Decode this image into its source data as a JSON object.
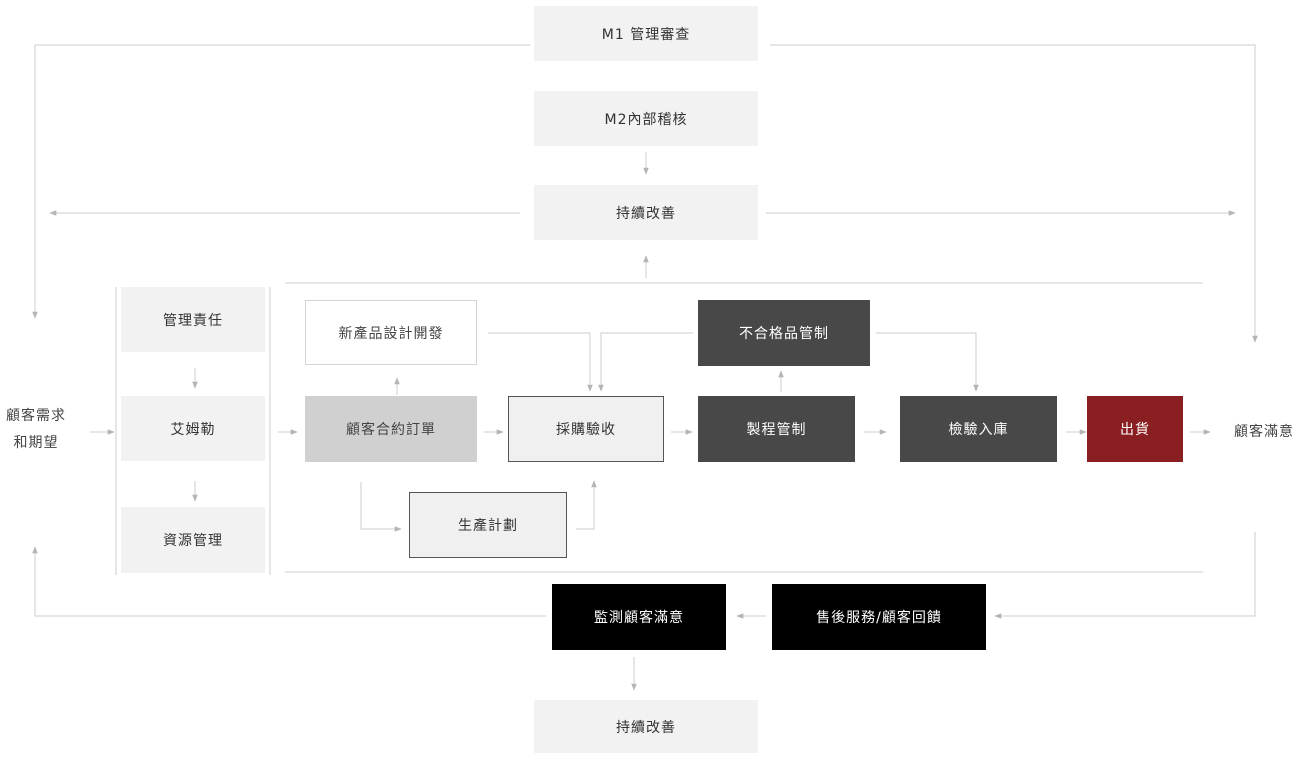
{
  "diagram": {
    "top": {
      "management_review": "M1 管理審查",
      "internal_audit": "M2內部稽核",
      "continuous_improvement_top": "持續改善"
    },
    "left": {
      "customer_requirements_line1": "顧客需求",
      "customer_requirements_line2": "和期望"
    },
    "column": {
      "management_responsibility": "管理責任",
      "emerson": "艾姆勒",
      "resource_management": "資源管理"
    },
    "process": {
      "new_product_design": "新產品設計開發",
      "customer_contract": "顧客合約訂單",
      "purchase_inspection": "採購驗收",
      "production_plan": "生產計劃",
      "nonconforming_control": "不合格品管制",
      "process_control": "製程管制",
      "inspection_storage": "檢驗入庫",
      "shipping": "出貨"
    },
    "right": {
      "customer_satisfaction": "顧客滿意"
    },
    "bottom": {
      "after_sales": "售後服務/顧客回饋",
      "monitor_satisfaction": "監測顧客滿意",
      "continuous_improvement_bottom": "持續改善"
    }
  },
  "colors": {
    "light_box": "#f2f2f3",
    "dark_box": "#484848",
    "black_box": "#000000",
    "ship_box": "#8a1f22",
    "connector": "#c8c8c8"
  }
}
